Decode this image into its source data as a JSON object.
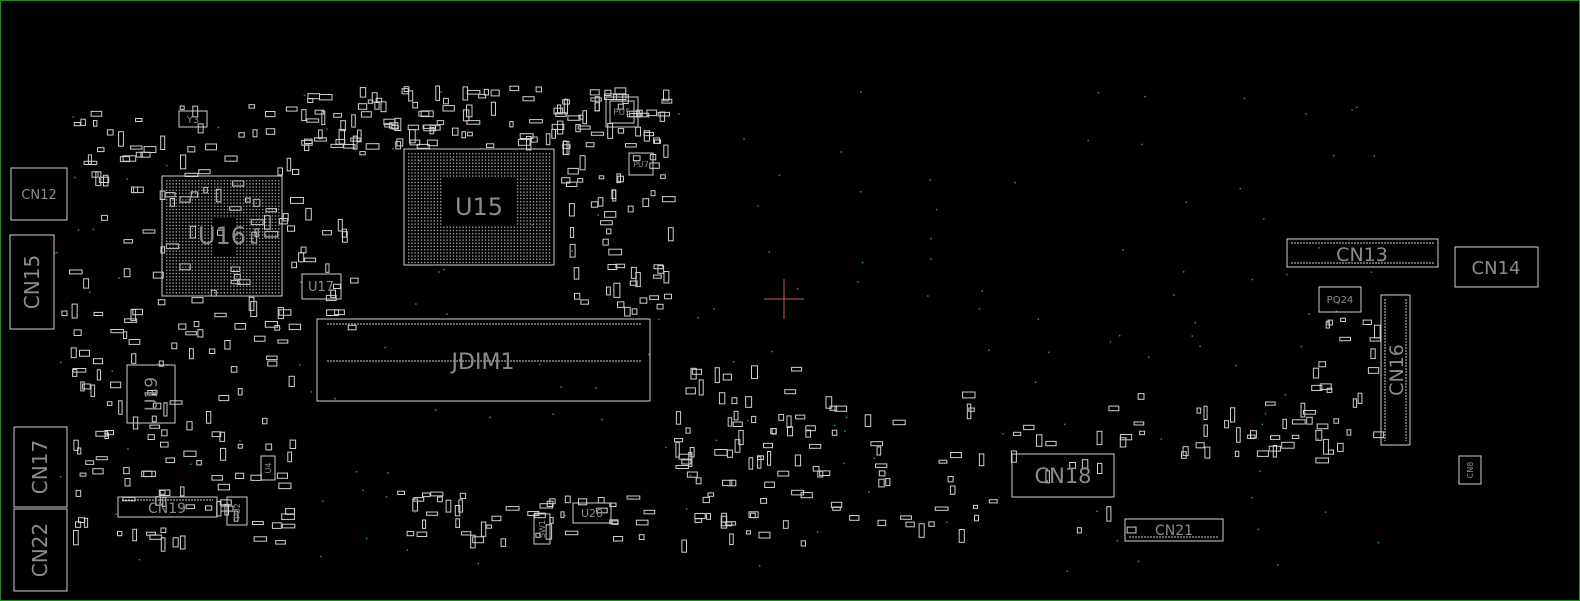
{
  "colors": {
    "background": "#000000",
    "frame": "#1f8a1f",
    "outline": "#cfcfcf",
    "label": "#8c8c8c",
    "via": "#1e9a6a",
    "cursor": "#c85a5a"
  },
  "components": [
    {
      "ref": "U16"
    },
    {
      "ref": "U15"
    },
    {
      "ref": "JDIM1"
    },
    {
      "ref": "CN12"
    },
    {
      "ref": "CN15"
    },
    {
      "ref": "CN17"
    },
    {
      "ref": "CN22"
    },
    {
      "ref": "CN19"
    },
    {
      "ref": "U19"
    },
    {
      "ref": "U17"
    },
    {
      "ref": "U4"
    },
    {
      "ref": "Y3"
    },
    {
      "ref": "PU5"
    },
    {
      "ref": "PU7"
    },
    {
      "ref": "PU2"
    },
    {
      "ref": "U20"
    },
    {
      "ref": "SW1"
    },
    {
      "ref": "CN18"
    },
    {
      "ref": "CN21"
    },
    {
      "ref": "CN13"
    },
    {
      "ref": "CN14"
    },
    {
      "ref": "PQ24"
    },
    {
      "ref": "CN16"
    },
    {
      "ref": "CN8"
    }
  ]
}
